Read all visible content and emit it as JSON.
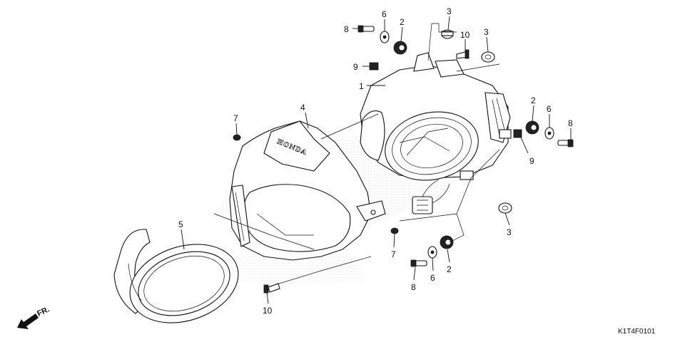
{
  "diagram": {
    "brand_mark": "HONDA",
    "direction_label": "FR.",
    "figure_code": "K1T4F0101"
  },
  "callouts": [
    {
      "id": "c-6-top",
      "text": "6"
    },
    {
      "id": "c-2-top",
      "text": "2"
    },
    {
      "id": "c-3-top",
      "text": "3"
    },
    {
      "id": "c-8-top",
      "text": "8"
    },
    {
      "id": "c-10-top",
      "text": "10"
    },
    {
      "id": "c-3-topright",
      "text": "3"
    },
    {
      "id": "c-9-left",
      "text": "9"
    },
    {
      "id": "c-1",
      "text": "1"
    },
    {
      "id": "c-2-right",
      "text": "2"
    },
    {
      "id": "c-6-right",
      "text": "6"
    },
    {
      "id": "c-8-right",
      "text": "8"
    },
    {
      "id": "c-9-right",
      "text": "9"
    },
    {
      "id": "c-4",
      "text": "4"
    },
    {
      "id": "c-7-left",
      "text": "7"
    },
    {
      "id": "c-3-bottom",
      "text": "3"
    },
    {
      "id": "c-5",
      "text": "5"
    },
    {
      "id": "c-7-bottom",
      "text": "7"
    },
    {
      "id": "c-2-bottom",
      "text": "2"
    },
    {
      "id": "c-8-bottom",
      "text": "8"
    },
    {
      "id": "c-6-bottom",
      "text": "6"
    },
    {
      "id": "c-10-bottom",
      "text": "10"
    }
  ]
}
